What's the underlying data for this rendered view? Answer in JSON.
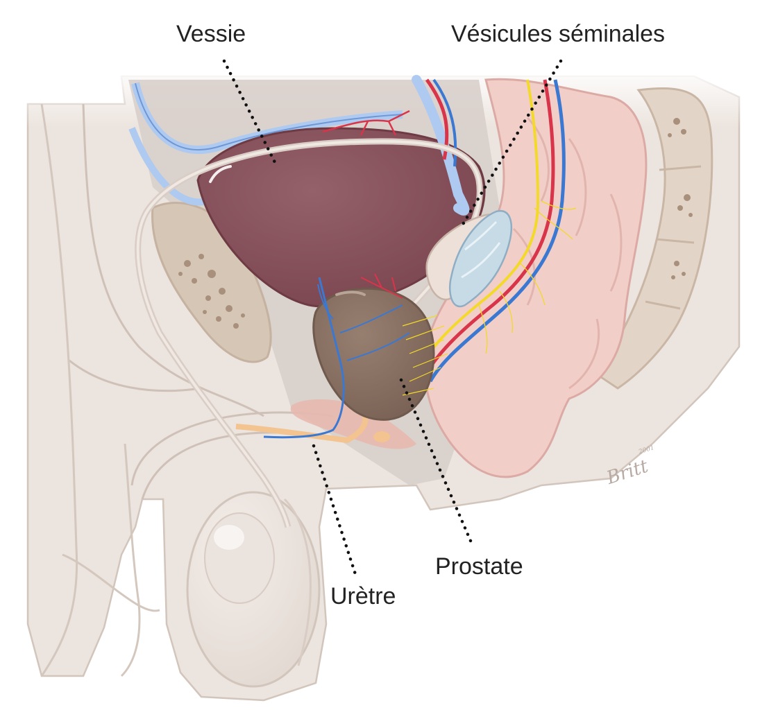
{
  "labels": {
    "bladder": "Vessie",
    "seminal_vesicles": "Vésicules séminales",
    "prostate": "Prostate",
    "urethra": "Urètre"
  },
  "signature": {
    "name": "Britt",
    "year": "2001"
  },
  "colors": {
    "tissue": "#ede5df",
    "tissue_outline": "#cfc1b8",
    "pelvic_cavity": "#d9d1cd",
    "bladder": "#8a525a",
    "prostate": "#8a7365",
    "rectum": "#f2cdc7",
    "bone": "#d6c6b5",
    "artery": "#d9354a",
    "vein": "#3b78d1",
    "nerve": "#f2d92a",
    "vas_deferens": "#e8ddd6",
    "seminal_vesicle": "#c9dbe6",
    "leader_line": "#111111"
  }
}
